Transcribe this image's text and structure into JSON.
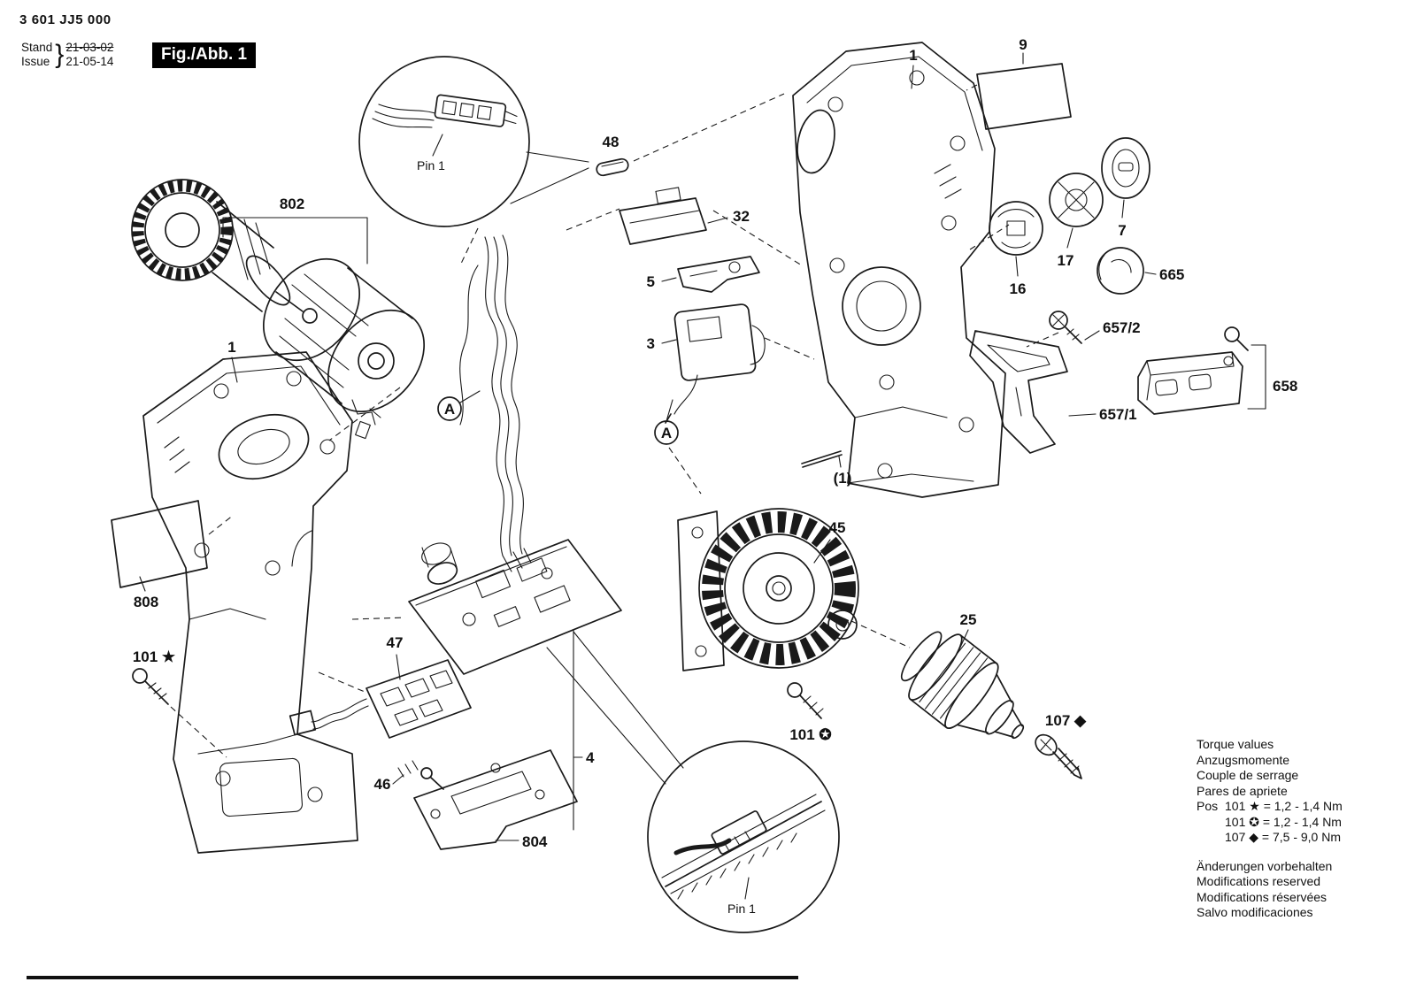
{
  "header": {
    "part_number": "3 601 JJ5 000",
    "stand_label": "Stand",
    "issue_label": "Issue",
    "brace": "}",
    "old_date": "21-03-02",
    "new_date": "21-05-14",
    "figure_label": "Fig./Abb. 1"
  },
  "callouts": {
    "pin1_top": "Pin 1",
    "pin1_bottom": "Pin 1",
    "section_a": "A"
  },
  "parts": {
    "p802": "802",
    "p1_left": "1",
    "p808": "808",
    "p101_star": "101 ★",
    "p47": "47",
    "p46": "46",
    "p4": "4",
    "p804": "804",
    "p48": "48",
    "p32": "32",
    "p5": "5",
    "p3": "3",
    "p1_right": "1",
    "p9": "9",
    "p7": "7",
    "p17": "17",
    "p16": "16",
    "p665": "665",
    "p657_2": "657/2",
    "p658": "658",
    "p657_1": "657/1",
    "p1_paren": "(1)",
    "p45": "45",
    "p101_circle": "101 ✪",
    "p25": "25",
    "p107": "107 ◆"
  },
  "torque": {
    "heading_lines": [
      "Torque values",
      "Anzugsmomente",
      "Couple de serrage",
      "Pares de apriete"
    ],
    "pos_label": "Pos",
    "entries": [
      "101 ★ = 1,2 - 1,4 Nm",
      "101 ✪ = 1,2 - 1,4 Nm",
      "107 ◆ = 7,5 - 9,0 Nm"
    ],
    "footer_lines": [
      "Änderungen vorbehalten",
      "Modifications reserved",
      "Modifications réservées",
      "Salvo modificaciones"
    ]
  },
  "colors": {
    "background": "#ffffff",
    "ink": "#1a1a1a",
    "figure_box_bg": "#000000",
    "figure_box_text": "#ffffff"
  }
}
